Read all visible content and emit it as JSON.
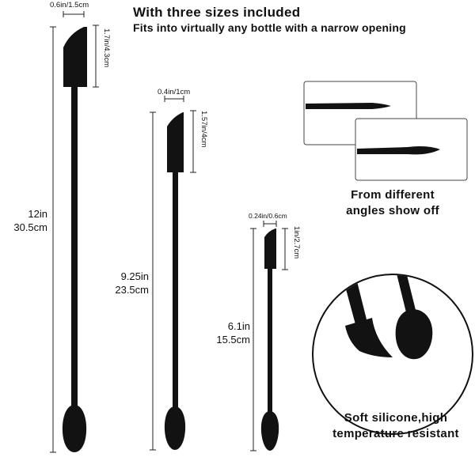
{
  "headline": "With three sizes included",
  "subheadline": "Fits into virtually any bottle with a narrow opening",
  "large": {
    "width_dim": "0.6in/1.5cm",
    "height_dim": "1.7in/4.3cm",
    "length_in": "12in",
    "length_cm": "30.5cm"
  },
  "medium": {
    "width_dim": "0.4in/1cm",
    "height_dim": "1.57in/4cm",
    "length_in": "9.25in",
    "length_cm": "23.5cm"
  },
  "small": {
    "width_dim": "0.24in/0.6cm",
    "height_dim": "1in/2.7cm",
    "length_in": "6.1in",
    "length_cm": "15.5cm"
  },
  "angles_caption": {
    "line1": "From different",
    "line2": "angles show off"
  },
  "material_caption": {
    "line1": "Soft silicone,high",
    "line2": "temperature resistant"
  },
  "colors": {
    "product": "#121212",
    "line": "#222222",
    "background": "#ffffff"
  }
}
